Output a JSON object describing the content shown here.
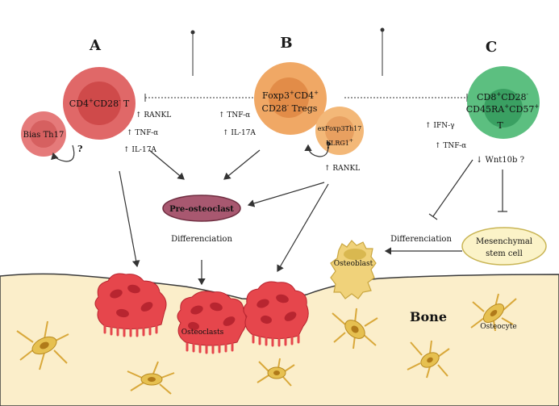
{
  "panels": {
    "a": "A",
    "b": "B",
    "c": "C"
  },
  "cells": {
    "cd4_t": {
      "main": "CD4",
      "sup1": "+",
      "mid": "CD28",
      "sup2": "-",
      "tail": " T"
    },
    "bias_th17": "Bias Th17",
    "tregs_line1": {
      "main": "Foxp3",
      "sup1": "+",
      "mid": "CD4",
      "sup2": "+"
    },
    "tregs_line2": {
      "main": "CD28",
      "sup1": "-",
      "tail": " Tregs"
    },
    "exfoxp3": {
      "line1": "exFoxp3Th17",
      "line2": "KLRG1",
      "sup": "+"
    },
    "cd8_line1": {
      "main": "CD8",
      "sup1": "+",
      "mid": "CD28",
      "sup2": "-"
    },
    "cd8_line2": {
      "main": "CD45RA",
      "sup1": "+",
      "mid": "CD57",
      "sup2": "+"
    },
    "cd8_line3": "T",
    "question": "?",
    "pre_osteoclast": "Pre-osteoclast",
    "msc_line1": "Mesenchymal",
    "msc_line2": "stem cell",
    "osteoblast": "Osteoblast",
    "osteoclasts": "Osteoclasts",
    "osteocyte": "Osteocyte",
    "bone": "Bone"
  },
  "labels": {
    "rankl_a": "↑ RANKL",
    "tnf_a": "↑ TNF-α",
    "il17_a": "↑ IL-17A",
    "tnf_b": "↑ TNF-α",
    "il17_b": "↑ IL-17A",
    "rankl_b": "↑ RANKL",
    "ifn_c": "↑ IFN-γ",
    "tnf_c": "↑ TNF-α",
    "wnt": "↓ Wnt10b ?",
    "diff_1": "Differenciation",
    "diff_2": "Differenciation"
  },
  "colors": {
    "cd4_outer": "#e06868",
    "cd4_inner": "#cf4a4a",
    "bias": "#e57a7a",
    "treg_outer": "#f0a865",
    "treg_inner": "#e28c48",
    "exfoxp3": "#f3b878",
    "cd8_outer": "#5cbf80",
    "cd8_inner": "#3aa062",
    "pre_osteoclast": "#a85870",
    "msc_fill": "#fbf3c8",
    "msc_stroke": "#c9b555",
    "bone": "#fbeeca",
    "osteoclast": "#e6464c",
    "osteoclast_nucleus": "#b82530",
    "osteoblast": "#f0d27a",
    "osteocyte": "#e6c050"
  }
}
